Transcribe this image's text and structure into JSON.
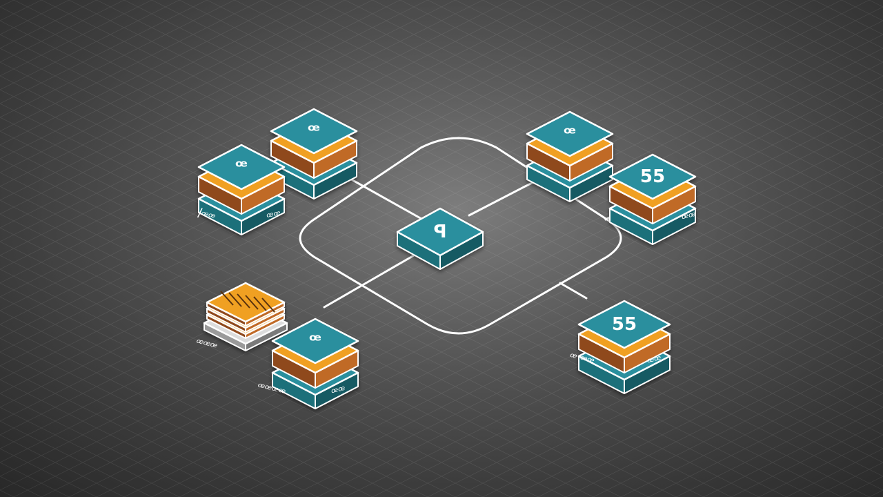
{
  "colors": {
    "background_center": "#7d7d7d",
    "background_edge": "#3e3e3e",
    "grid": "#a0a0a0",
    "connector": "#ffffff",
    "block_top": "#2b8f9e",
    "block_side_left": "#1e6f7a",
    "block_side_right": "#175a63",
    "slab_front": "#c06a28",
    "slab_side": "#8f4a1c",
    "slab_edge": "#f0a020",
    "outline": "#ffffff"
  },
  "diagram": {
    "nodes": [
      {
        "id": "node-top-left-back",
        "glyph": "ꟹ",
        "icon": "s-glyph-icon",
        "label": ""
      },
      {
        "id": "node-top-left-front",
        "glyph": "ꟹ",
        "icon": "s-glyph-icon",
        "label": ""
      },
      {
        "id": "node-top-right-back",
        "glyph": "ꟹ",
        "icon": "s-glyph-icon",
        "label": ""
      },
      {
        "id": "node-top-right-front",
        "glyph": "55",
        "icon": "s-glyph-icon",
        "label": ""
      },
      {
        "id": "node-center-hub",
        "glyph": "ꟼ",
        "icon": "flag-glyph-icon",
        "label": ""
      },
      {
        "id": "node-bottom-left-stack",
        "glyph": "",
        "icon": "document-stack-icon",
        "label": ""
      },
      {
        "id": "node-bottom-left-front",
        "glyph": "ꟹ",
        "icon": "s-glyph-icon",
        "label": ""
      },
      {
        "id": "node-bottom-right",
        "glyph": "55",
        "icon": "s-glyph-icon",
        "label": ""
      }
    ],
    "labels": [
      {
        "id": "label-1",
        "text": "ꟾꟹꟹ"
      },
      {
        "id": "label-2",
        "text": "ꟹꟹ"
      },
      {
        "id": "label-3",
        "text": "ꟹꟹ"
      },
      {
        "id": "label-4",
        "text": "ꟹꟹꟹ"
      },
      {
        "id": "label-5",
        "text": "ꟹꟹꟹꟹ"
      },
      {
        "id": "label-6",
        "text": "ꟹꟹ"
      },
      {
        "id": "label-7",
        "text": "ꟹ ꟹꟹ"
      },
      {
        "id": "label-8",
        "text": "ꟹꟹ"
      }
    ]
  }
}
